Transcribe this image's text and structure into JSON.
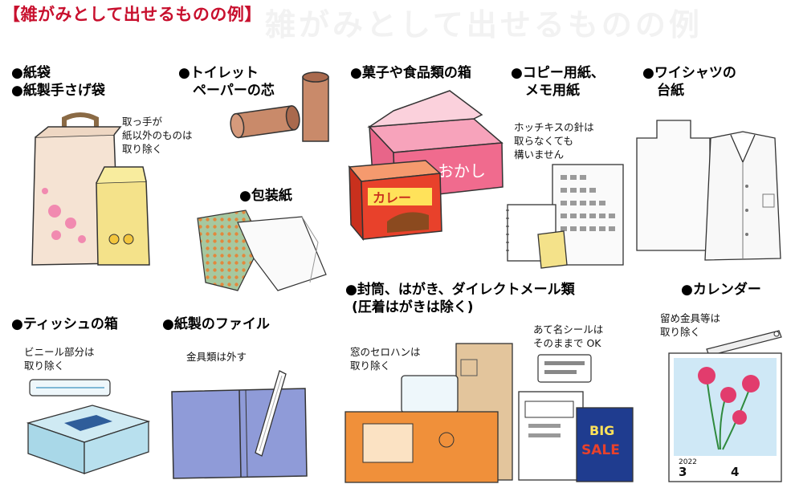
{
  "title": "【雑がみとして出せるものの例】",
  "items": {
    "paper_bag": {
      "line1": "●紙袋",
      "line2": "●紙製手さげ袋",
      "note1": "取っ手が",
      "note2": "紙以外のものは",
      "note3": "取り除く"
    },
    "toilet_roll": {
      "line1": "●トイレット",
      "line2": "ペーパーの芯"
    },
    "wrapping": {
      "line1": "●包装紙"
    },
    "snack_box": {
      "line1": "●菓子や食品類の箱",
      "curry_label": "カレー",
      "okashi_label": "おかし"
    },
    "copy_paper": {
      "line1": "●コピー用紙、",
      "line2": "メモ用紙",
      "note1": "ホッチキスの針は",
      "note2": "取らなくても",
      "note3": "構いません"
    },
    "shirt_board": {
      "line1": "●ワイシャツの",
      "line2": "台紙"
    },
    "tissue_box": {
      "line1": "●ティッシュの箱",
      "note1": "ビニール部分は",
      "note2": "取り除く"
    },
    "paper_file": {
      "line1": "●紙製のファイル",
      "note1": "金具類は外す"
    },
    "envelope": {
      "line1": "●封筒、はがき、ダイレクトメール類",
      "line2": "(圧着はがきは除く)",
      "note_window1": "窓のセロハンは",
      "note_window2": "取り除く",
      "note_seal1": "あて名シールは",
      "note_seal2": "そのままで OK",
      "sale_big": "BIG",
      "sale_sale": "SALE"
    },
    "calendar": {
      "line1": "●カレンダー",
      "note1": "留め金具等は",
      "note2": "取り除く",
      "year": "2022",
      "month_a": "3",
      "month_b": "4"
    }
  },
  "colors": {
    "title": "#c8102e",
    "curry_box": "#e8412b",
    "curry_label": "#ffe25a",
    "okashi_box": "#f06b8e",
    "file_cover": "#8f9bd8",
    "envelope_orange": "#f0903a",
    "envelope_kraft": "#e3c59c",
    "tissue_box": "#b8e0ee",
    "sale_bg": "#1f3c8f",
    "sale_text": "#e8412b"
  }
}
